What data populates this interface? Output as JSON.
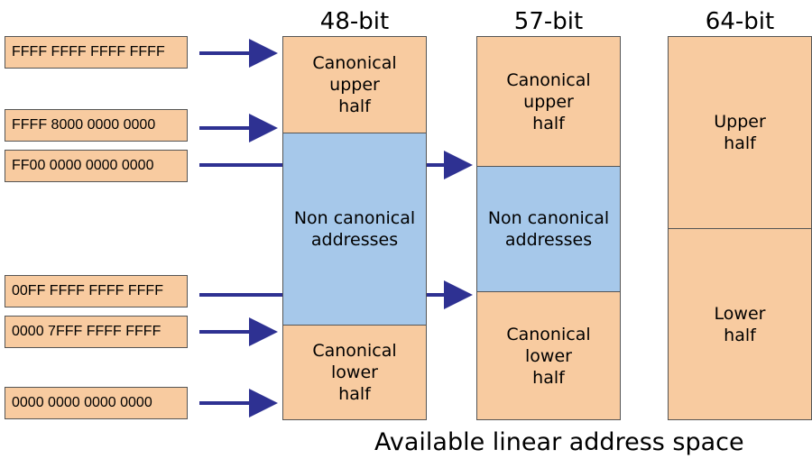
{
  "addresses": [
    "FFFF FFFF FFFF FFFF",
    "FFFF 8000 0000 0000",
    "FF00 0000 0000 0000",
    "00FF FFFF FFFF FFFF",
    "0000 7FFF FFFF FFFF",
    "0000 0000 0000 0000"
  ],
  "columns": {
    "bit48": {
      "title": "48-bit",
      "upper": "Canonical\nupper\nhalf",
      "middle": "Non canonical\naddresses",
      "lower": "Canonical\nlower\nhalf"
    },
    "bit57": {
      "title": "57-bit",
      "upper": "Canonical\nupper\nhalf",
      "middle": "Non canonical\naddresses",
      "lower": "Canonical\nlower\nhalf"
    },
    "bit64": {
      "title": "64-bit",
      "upper": "Upper\nhalf",
      "lower": "Lower\nhalf"
    }
  },
  "caption": "Available linear address space",
  "colors": {
    "canonical": "#f8cba0",
    "non_canonical": "#a6c8ea",
    "arrow": "#2e3192"
  }
}
